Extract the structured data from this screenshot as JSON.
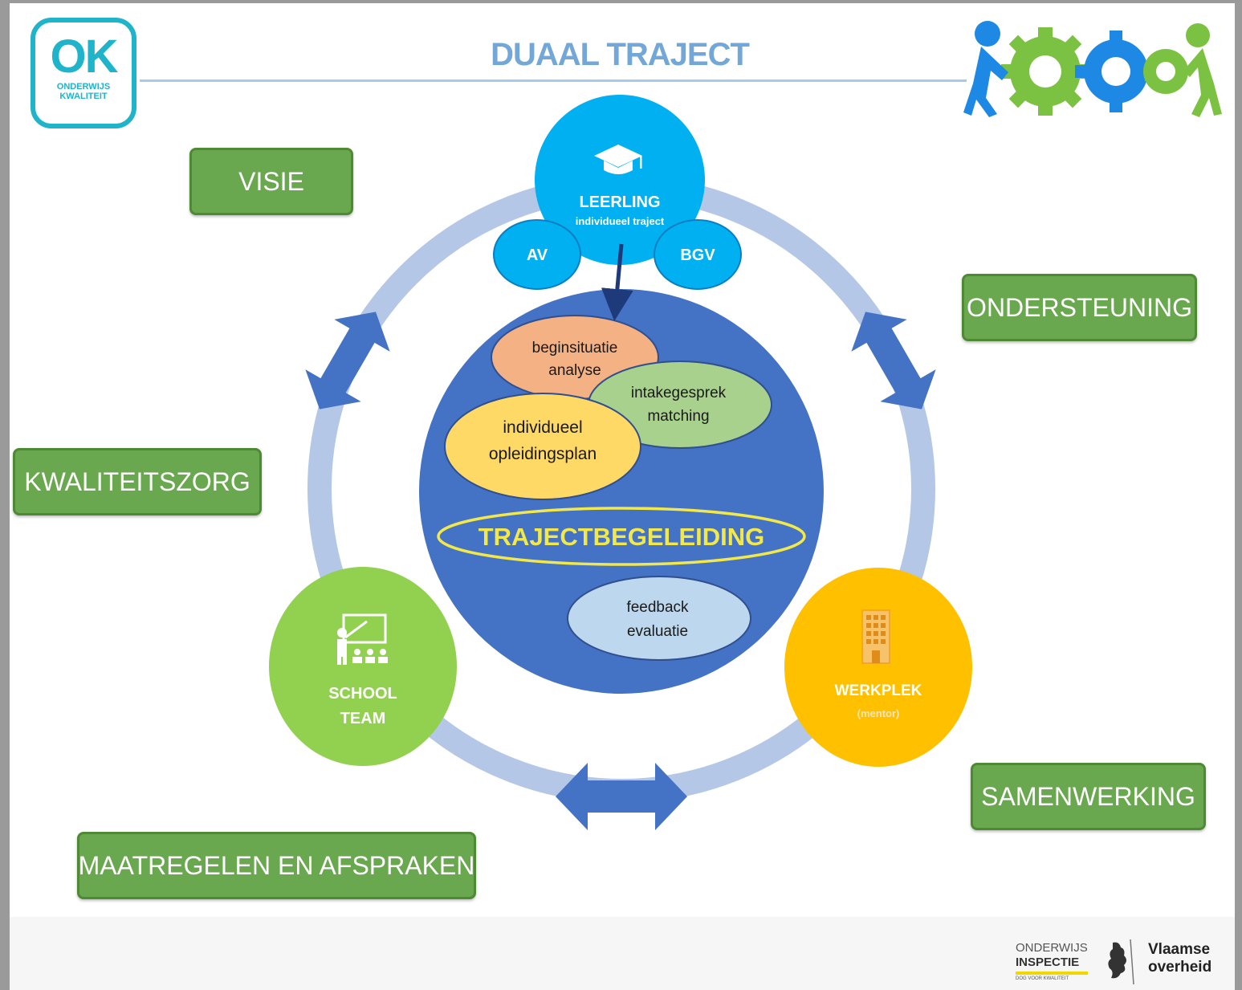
{
  "title": "DUAAL TRAJECT",
  "logo": {
    "text": "OK",
    "line1": "ONDERWIJS",
    "line2": "KWALITEIT"
  },
  "center_label": "TRAJECTBEGELEIDING",
  "leerling": {
    "title": "LEERLING",
    "subtitle": "individueel traject"
  },
  "av": "AV",
  "bgv": "BGV",
  "school": {
    "line1": "SCHOOL",
    "line2": "TEAM"
  },
  "werkplek": {
    "title": "WERKPLEK",
    "subtitle": "(mentor)"
  },
  "ellipses": {
    "beginsituatie": {
      "line1": "beginsituatie",
      "line2": "analyse"
    },
    "intake": {
      "line1": "intakegesprek",
      "line2": "matching"
    },
    "opleidingsplan": {
      "line1": "individueel",
      "line2": "opleidingsplan"
    },
    "feedback": {
      "line1": "feedback",
      "line2": "evaluatie"
    }
  },
  "boxes": {
    "visie": "VISIE",
    "ondersteuning": "ONDERSTEUNING",
    "kwaliteitszorg": "KWALITEITSZORG",
    "samenwerking": "SAMENWERKING",
    "maatregelen": "MAATREGELEN EN AFSPRAKEN"
  },
  "footer": {
    "inspectie_line1": "ONDERWIJS",
    "inspectie_line2": "INSPECTIE",
    "inspectie_tag": "DOG VOOR KWALITEIT",
    "vlaamse_line1": "Vlaamse",
    "vlaamse_line2": "overheid"
  },
  "colors": {
    "green_box": "#6aa84f",
    "blue_circle": "#4472c4",
    "light_blue": "#00b0f0",
    "school_green": "#92d050",
    "werkplek_yellow": "#ffc000",
    "ring": "#b4c7e7",
    "title": "#73a7d8"
  }
}
